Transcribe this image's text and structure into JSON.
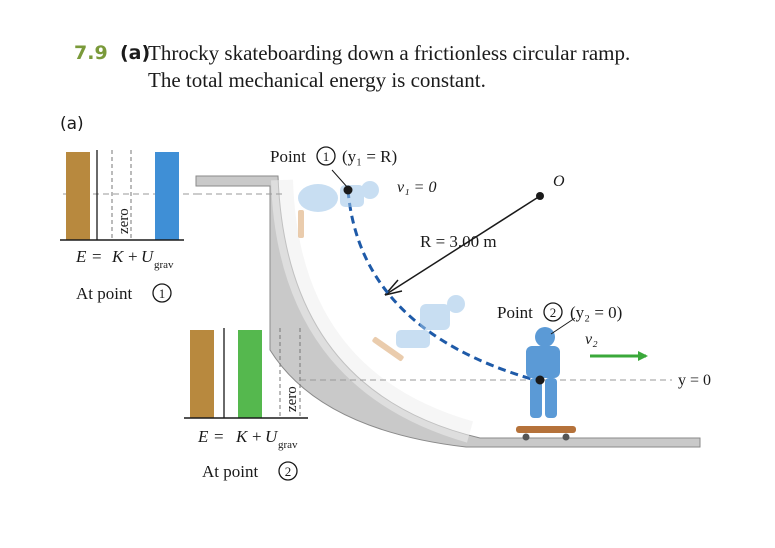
{
  "caption": {
    "number": "7.9",
    "part": "(a)",
    "line1": "Throcky skateboarding down a frictionless circular ramp.",
    "line2": "The total mechanical energy is constant."
  },
  "panel_label": "(a)",
  "point1": {
    "prefix": "Point",
    "num": "1",
    "cond": "(y₁ = R)",
    "velocity": "v₁ = 0",
    "circle_label": "1"
  },
  "point2": {
    "prefix": "Point",
    "num": "2",
    "cond": "(y₂ = 0)",
    "velocity": "v₂",
    "circle_label": "2"
  },
  "center_label": "O",
  "radius_label": "R = 3.00 m",
  "baseline_label": "y = 0",
  "energy_eq": {
    "E": "E",
    "eq": "=",
    "K": "K",
    "plus": "+",
    "U": "U",
    "sub": "grav"
  },
  "bar1": {
    "zero_label": "zero",
    "caption_prefix": "At point",
    "caption_num": "1",
    "values": {
      "E": 1.0,
      "K": 0.0,
      "U": 1.0
    }
  },
  "bar2": {
    "zero_label": "zero",
    "caption_prefix": "At point",
    "caption_num": "2",
    "values": {
      "E": 1.0,
      "K": 1.0,
      "U": 0.0
    }
  },
  "colors": {
    "energy_E": "#b8893e",
    "energy_K": "#55b84e",
    "energy_U": "#3f8fd6",
    "ramp": "#c9c9c9",
    "path": "#1e5aa8",
    "arrow": "#3aa83a",
    "caption_num": "#7a9a3a"
  }
}
